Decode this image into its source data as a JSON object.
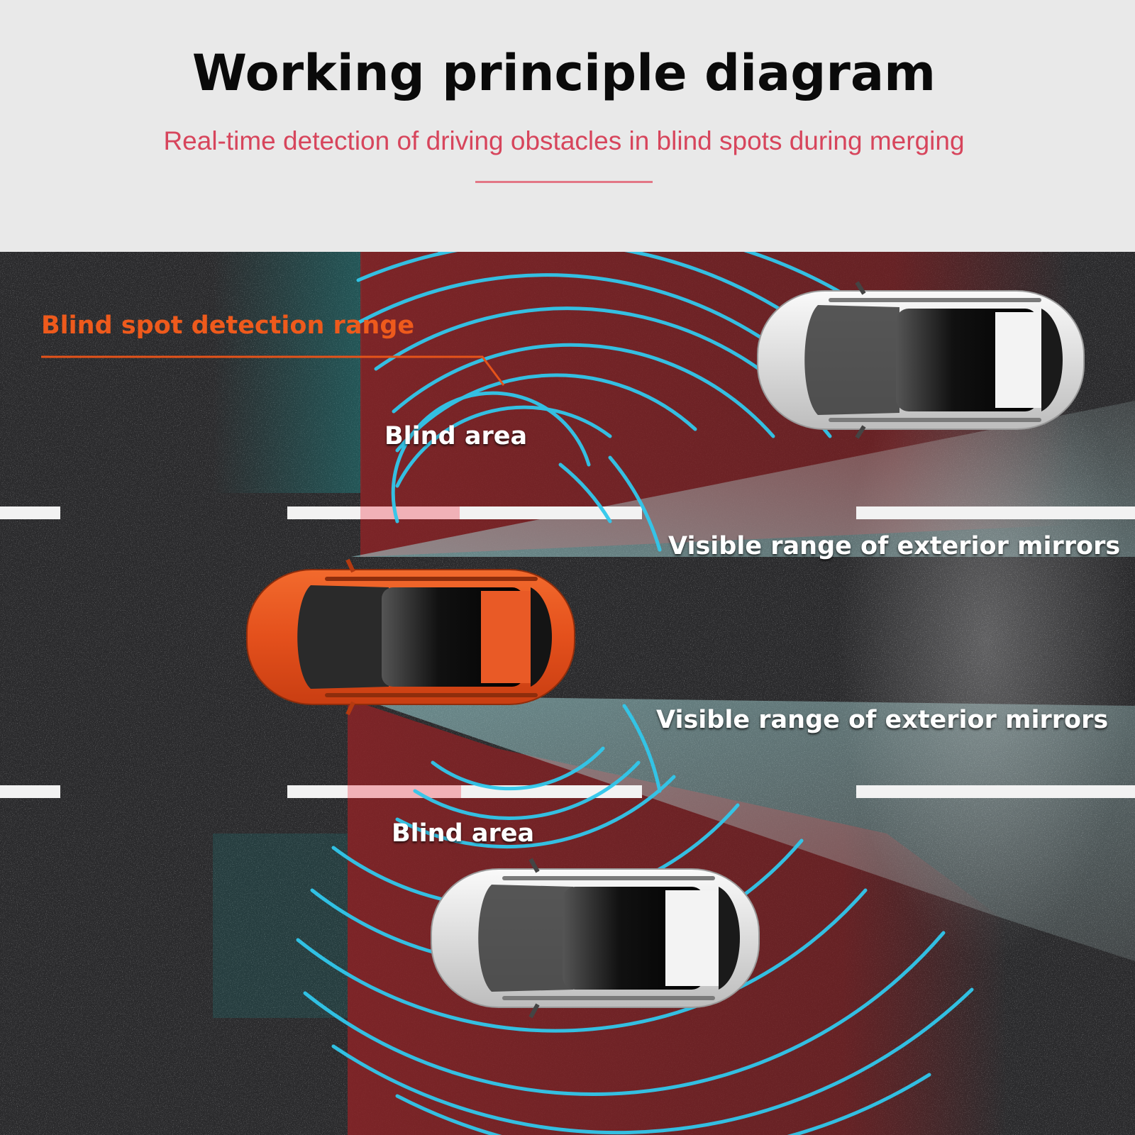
{
  "header": {
    "title": "Working principle diagram",
    "subtitle": "Real-time detection of driving obstacles in blind spots during merging"
  },
  "labels": {
    "detection_range": "Blind spot detection range",
    "blind_area_top": "Blind area",
    "mirror_range_top": "Visible range of exterior mirrors",
    "mirror_range_bottom": "Visible range of exterior mirrors",
    "blind_area_bottom": "Blind area"
  },
  "colors": {
    "title": "#0a0a0a",
    "subtitle": "#d7455c",
    "detection_label": "#ee5a1c",
    "road": "#2b2b2d",
    "blind_zone": "#7a1f22",
    "sensor_waves": "#2ec4e8",
    "ego_car": "#e8541f",
    "other_cars": "#e9eaea"
  }
}
